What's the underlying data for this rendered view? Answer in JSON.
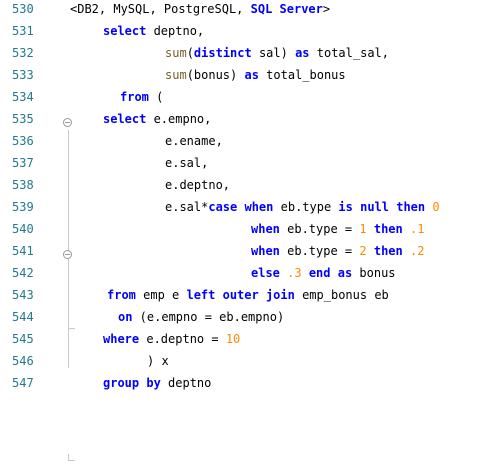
{
  "editor": {
    "lines": [
      {
        "n": "530",
        "segments": [
          {
            "t": "<DB2, MySQL, PostgreSQL, ",
            "c": "plain"
          },
          {
            "t": "SQL Server",
            "c": "kw"
          },
          {
            "t": ">",
            "c": "plain"
          }
        ]
      },
      {
        "n": "531",
        "segments": [
          {
            "t": "select",
            "c": "kw"
          },
          {
            "t": " deptno,",
            "c": "plain"
          }
        ]
      },
      {
        "n": "532",
        "segments": [
          {
            "t": "sum",
            "c": "fn"
          },
          {
            "t": "(",
            "c": "plain"
          },
          {
            "t": "distinct",
            "c": "kw"
          },
          {
            "t": " sal) ",
            "c": "plain"
          },
          {
            "t": "as",
            "c": "kw"
          },
          {
            "t": " total_sal,",
            "c": "plain"
          }
        ]
      },
      {
        "n": "533",
        "segments": [
          {
            "t": "sum",
            "c": "fn"
          },
          {
            "t": "(bonus) ",
            "c": "plain"
          },
          {
            "t": "as",
            "c": "kw"
          },
          {
            "t": " total_bonus",
            "c": "plain"
          }
        ]
      },
      {
        "n": "534",
        "segments": [
          {
            "t": "from",
            "c": "kw"
          },
          {
            "t": " (",
            "c": "plain"
          }
        ]
      },
      {
        "n": "535",
        "segments": [
          {
            "t": "select",
            "c": "kw"
          },
          {
            "t": " e.empno,",
            "c": "plain"
          }
        ]
      },
      {
        "n": "536",
        "segments": [
          {
            "t": "e.ename,",
            "c": "plain"
          }
        ]
      },
      {
        "n": "537",
        "segments": [
          {
            "t": "e.sal,",
            "c": "plain"
          }
        ]
      },
      {
        "n": "538",
        "segments": [
          {
            "t": "e.deptno,",
            "c": "plain"
          }
        ]
      },
      {
        "n": "539",
        "segments": [
          {
            "t": "e.sal*",
            "c": "plain"
          },
          {
            "t": "case when",
            "c": "kw"
          },
          {
            "t": " eb.type ",
            "c": "plain"
          },
          {
            "t": "is null then",
            "c": "kw"
          },
          {
            "t": " ",
            "c": "plain"
          },
          {
            "t": "0",
            "c": "num"
          }
        ]
      },
      {
        "n": "540",
        "segments": [
          {
            "t": "when",
            "c": "kw"
          },
          {
            "t": " eb.type = ",
            "c": "plain"
          },
          {
            "t": "1",
            "c": "num"
          },
          {
            "t": " ",
            "c": "plain"
          },
          {
            "t": "then",
            "c": "kw"
          },
          {
            "t": " ",
            "c": "plain"
          },
          {
            "t": ".1",
            "c": "num"
          }
        ]
      },
      {
        "n": "541",
        "segments": [
          {
            "t": "when",
            "c": "kw"
          },
          {
            "t": " eb.type = ",
            "c": "plain"
          },
          {
            "t": "2",
            "c": "num"
          },
          {
            "t": " ",
            "c": "plain"
          },
          {
            "t": "then",
            "c": "kw"
          },
          {
            "t": " ",
            "c": "plain"
          },
          {
            "t": ".2",
            "c": "num"
          }
        ]
      },
      {
        "n": "542",
        "segments": [
          {
            "t": "else",
            "c": "kw"
          },
          {
            "t": " ",
            "c": "plain"
          },
          {
            "t": ".3",
            "c": "num"
          },
          {
            "t": " ",
            "c": "plain"
          },
          {
            "t": "end as",
            "c": "kw"
          },
          {
            "t": " bonus",
            "c": "plain"
          }
        ]
      },
      {
        "n": "543",
        "segments": [
          {
            "t": "from",
            "c": "kw"
          },
          {
            "t": " emp e ",
            "c": "plain"
          },
          {
            "t": "left outer join",
            "c": "kw"
          },
          {
            "t": " emp_bonus eb",
            "c": "plain"
          }
        ]
      },
      {
        "n": "544",
        "segments": [
          {
            "t": "on",
            "c": "kw"
          },
          {
            "t": " (e.empno = eb.empno)",
            "c": "plain"
          }
        ]
      },
      {
        "n": "545",
        "segments": [
          {
            "t": "where",
            "c": "kw"
          },
          {
            "t": " e.deptno = ",
            "c": "plain"
          },
          {
            "t": "10",
            "c": "num"
          }
        ]
      },
      {
        "n": "546",
        "segments": [
          {
            "t": ") x",
            "c": "plain"
          }
        ]
      },
      {
        "n": "547",
        "segments": [
          {
            "t": "group by",
            "c": "kw"
          },
          {
            "t": " deptno",
            "c": "plain"
          }
        ]
      }
    ]
  }
}
